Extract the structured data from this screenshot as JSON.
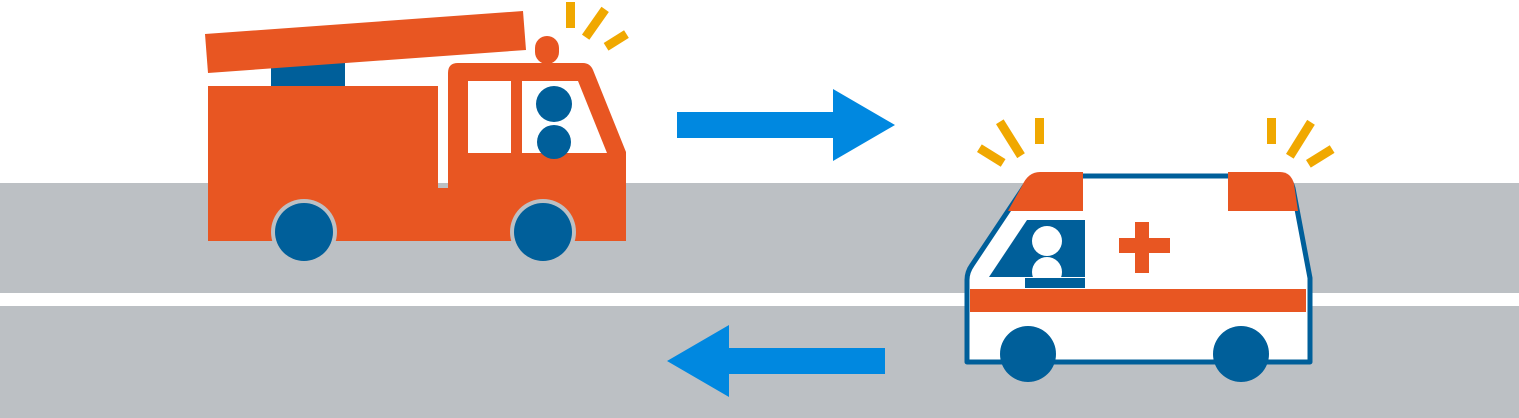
{
  "colors": {
    "background": "#ffffff",
    "road": "#bcc0c4",
    "lane_divider": "#ffffff",
    "fire_truck": "#e85622",
    "navy": "#005f9a",
    "window": "#ffffff",
    "hubcap_ring": "#bcc0c4",
    "siren_flash": "#f0a800",
    "arrow": "#0088e0",
    "ambulance_body": "#ffffff",
    "ambulance_outline": "#005f9a",
    "ambulance_stripe": "#e85622",
    "ambulance_cross": "#e85622"
  },
  "scene": {
    "road": {
      "lanes": 2,
      "divider": "solid-white"
    },
    "vehicles": [
      {
        "name": "fire-truck",
        "direction": "right",
        "siren": "flashing",
        "lane": "upper",
        "has_ladder": true,
        "occupants": 1
      },
      {
        "name": "ambulance",
        "direction": "left",
        "siren": "flashing",
        "lane": "lower",
        "symbol": "red-cross",
        "occupants": 1
      }
    ],
    "arrows": [
      {
        "name": "arrow-right",
        "direction": "right"
      },
      {
        "name": "arrow-left",
        "direction": "left"
      }
    ],
    "icons": [
      "fire-truck-icon",
      "ambulance-icon",
      "siren-flash-icon",
      "arrow-right-icon",
      "arrow-left-icon",
      "person-icon",
      "red-cross-icon"
    ]
  }
}
